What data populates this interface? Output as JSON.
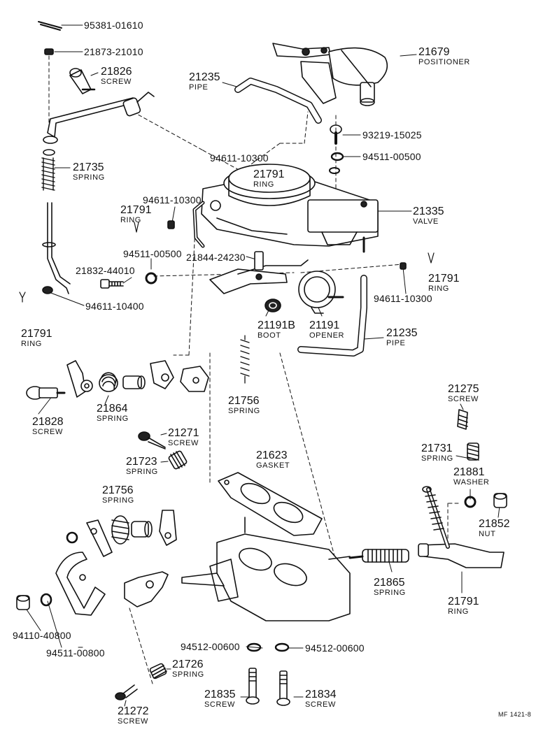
{
  "labels": {
    "p95381": "95381-01610",
    "p21873": "21873-21010",
    "p21826": "21826",
    "p21826_n": "SCREW",
    "p21679": "21679",
    "p21679_n": "POSITIONER",
    "p21235a": "21235",
    "p21235a_n": "PIPE",
    "p93219": "93219-15025",
    "p94511a": "94511-00500",
    "p94611a": "94611-10300",
    "p21791a": "21791",
    "p21791a_n": "RING",
    "p21735": "21735",
    "p21735_n": "SPRING",
    "p94611b": "94611-10300",
    "p21791b": "21791",
    "p21791b_n": "RING",
    "p21335": "21335",
    "p21335_n": "VALVE",
    "p94511b": "94511-00500",
    "p21844": "21844-24230",
    "p21791c": "21791",
    "p21791c_n": "RING",
    "p21832": "21832-44010",
    "p94611c": "94611-10300",
    "p94611d": "94611-10400",
    "p21191b": "21191B",
    "p21191b_n": "BOOT",
    "p21191": "21191",
    "p21191_n": "OPENER",
    "p21235b": "21235",
    "p21235b_n": "PIPE",
    "p21791d": "21791",
    "p21791d_n": "RING",
    "p21864": "21864",
    "p21864_n": "SPRING",
    "p21828": "21828",
    "p21828_n": "SCREW",
    "p21756a": "21756",
    "p21756a_n": "SPRING",
    "p21275": "21275",
    "p21275_n": "SCREW",
    "p21271": "21271",
    "p21271_n": "SCREW",
    "p21623": "21623",
    "p21623_n": "GASKET",
    "p21731": "21731",
    "p21731_n": "SPRING",
    "p21723": "21723",
    "p21723_n": "SPRING",
    "p21881": "21881",
    "p21881_n": "WASHER",
    "p21756b": "21756",
    "p21756b_n": "SPRING",
    "p21852": "21852",
    "p21852_n": "NUT",
    "p21865": "21865",
    "p21865_n": "SPRING",
    "p21791e": "21791",
    "p21791e_n": "RING",
    "p94110": "94110-40800",
    "p94511c": "94511-00800",
    "p94512a": "94512-00600",
    "p94512b": "94512-00600",
    "p21726": "21726",
    "p21726_n": "SPRING",
    "p21835": "21835",
    "p21835_n": "SCREW",
    "p21834": "21834",
    "p21834_n": "SCREW",
    "p21272": "21272",
    "p21272_n": "SCREW",
    "code": "MF 1421-8"
  }
}
